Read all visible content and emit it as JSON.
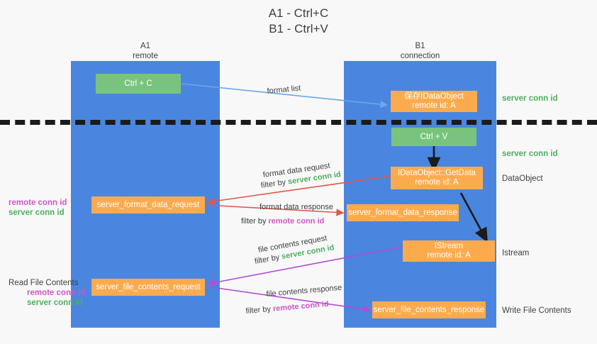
{
  "title": "A1 - Ctrl+C\nB1 - Ctrl+V",
  "lanes": {
    "a": {
      "name": "A1",
      "subtitle": "remote",
      "header": "A1\nremote"
    },
    "b": {
      "name": "B1",
      "subtitle": "connection",
      "header": "B1\nconnection"
    }
  },
  "boxes": {
    "ctrl_c": "Ctrl + C",
    "ctrl_v": "Ctrl + V",
    "idataobject_store": "保存IDataObject\nremote id: A",
    "idataobject_getdata": "IDataObject::GetData\nremote id: A",
    "istream": "IStream\nremote id: A",
    "format_data_request": "server_format_data_request",
    "format_data_response": "server_format_data_response",
    "file_contents_request": "server_file_contents_request",
    "file_contents_response": "server_file_contents_response"
  },
  "right_labels": {
    "server_conn_id_top": "server conn id",
    "server_conn_id_mid": "server conn id",
    "dataobject": "DataObject",
    "istream": "Istream",
    "write_file_contents": "Write File Contents"
  },
  "left_labels": {
    "read_file_contents": "Read File Contents",
    "remote_conn_id": "remote conn id",
    "server_conn_id": "server conn id"
  },
  "arrow_captions": {
    "format_list": "format list",
    "format_data_request": "format data request",
    "format_data_request_filter_prefix": "filter by ",
    "format_data_request_filter_value": "server conn id",
    "format_data_response": "format data response",
    "format_data_response_filter_prefix": "filter by ",
    "format_data_response_filter_value": "remote conn id",
    "file_contents_request": "file contents request",
    "file_contents_request_filter_prefix": "filter by ",
    "file_contents_request_filter_value": "server conn id",
    "file_contents_response": "file contents response",
    "file_contents_response_filter_prefix": "filter by ",
    "file_contents_response_filter_value": "remote conn id"
  },
  "colors": {
    "lane": "#4a86df",
    "orange": "#fbab4e",
    "green_box": "#78c47e",
    "green_text": "#4caf5e",
    "pink_text": "#cf56c9",
    "blue_arrow": "#6aa7e8",
    "red_arrow": "#e2574c",
    "magenta_arrow": "#b34bd6",
    "black": "#1b1b1b",
    "background": "#f8f8f8"
  }
}
